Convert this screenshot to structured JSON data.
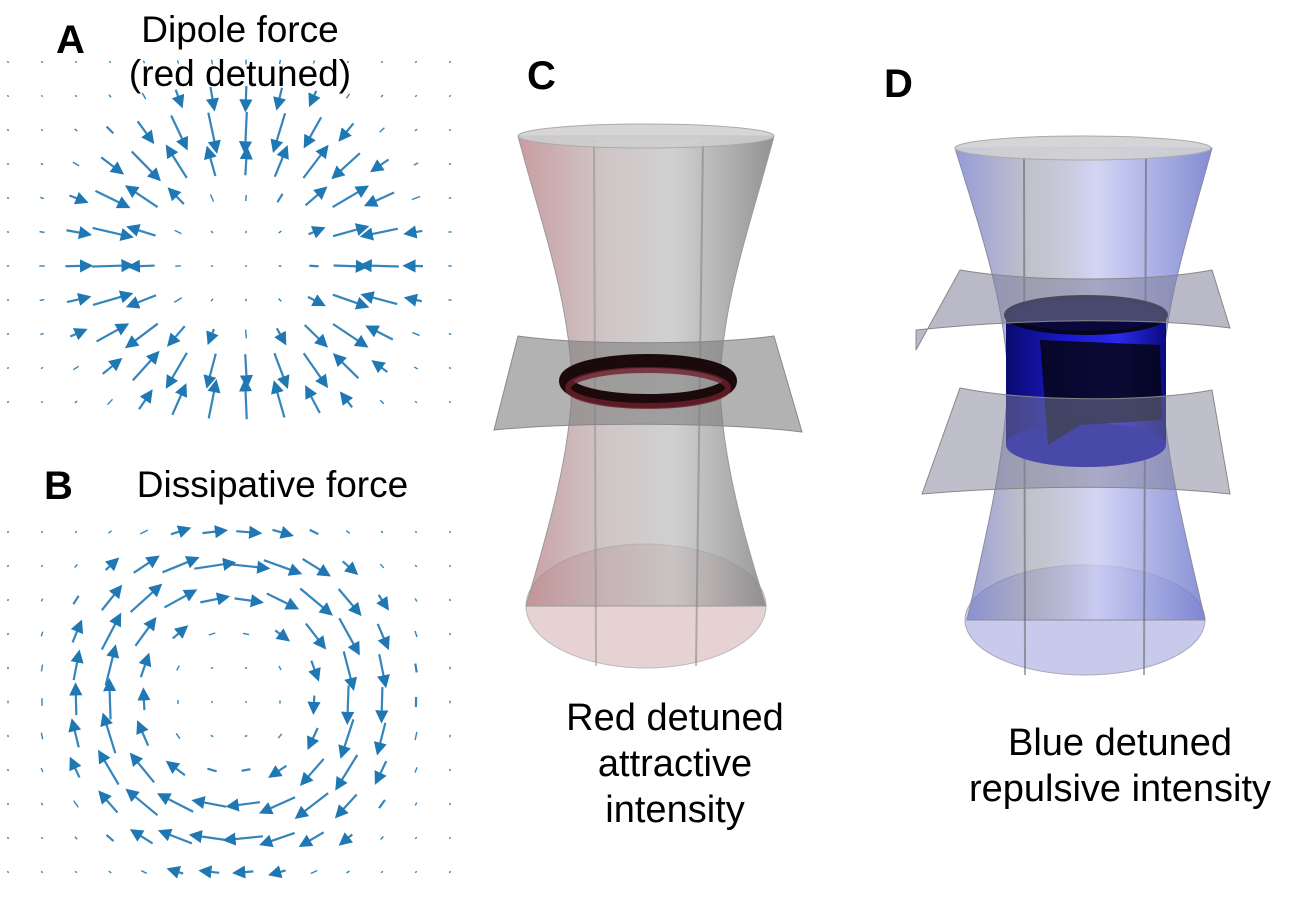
{
  "panels": {
    "a": {
      "letter": "A",
      "title_line1": "Dipole force",
      "title_line2": "(red detuned)"
    },
    "b": {
      "letter": "B",
      "title": "Dissipative force"
    },
    "c": {
      "letter": "C",
      "caption_line1": "Red detuned",
      "caption_line2": "attractive",
      "caption_line3": "intensity"
    },
    "d": {
      "letter": "D",
      "caption_line1": "Blue detuned",
      "caption_line2": "repulsive intensity"
    }
  },
  "colors": {
    "arrow": "#1f77b4",
    "beam_gray": "#9a9a9a",
    "red_tint": "#b77b80",
    "blue_tint": "#6670c8",
    "ring_dark": "#2a0d12",
    "cylinder_blue": "#1010c0"
  },
  "icons": {
    "force_field": "quiver-arrows",
    "beam": "hyperboloid-surface"
  }
}
